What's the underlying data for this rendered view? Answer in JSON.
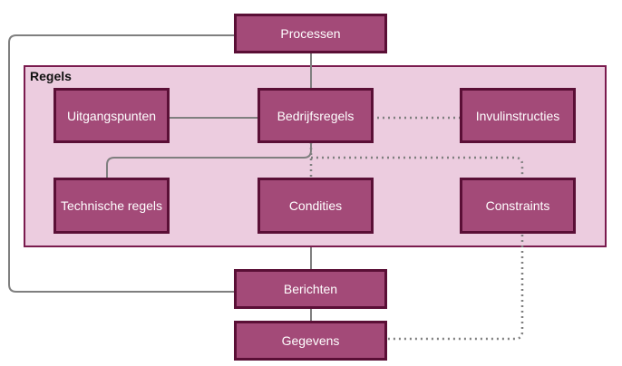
{
  "group": {
    "label": "Regels"
  },
  "nodes": {
    "processen": "Processen",
    "uitgangspunten": "Uitgangspunten",
    "bedrijfsregels": "Bedrijfsregels",
    "invulinstructies": "Invulinstructies",
    "technische_regels": "Technische regels",
    "condities": "Condities",
    "constraints": "Constraints",
    "berichten": "Berichten",
    "gegevens": "Gegevens"
  },
  "colors": {
    "box_fill": "#a34a78",
    "box_border": "#5a0f36",
    "group_fill": "#ecccdf",
    "group_border": "#7a1b4e",
    "line": "#7f7f7f"
  }
}
